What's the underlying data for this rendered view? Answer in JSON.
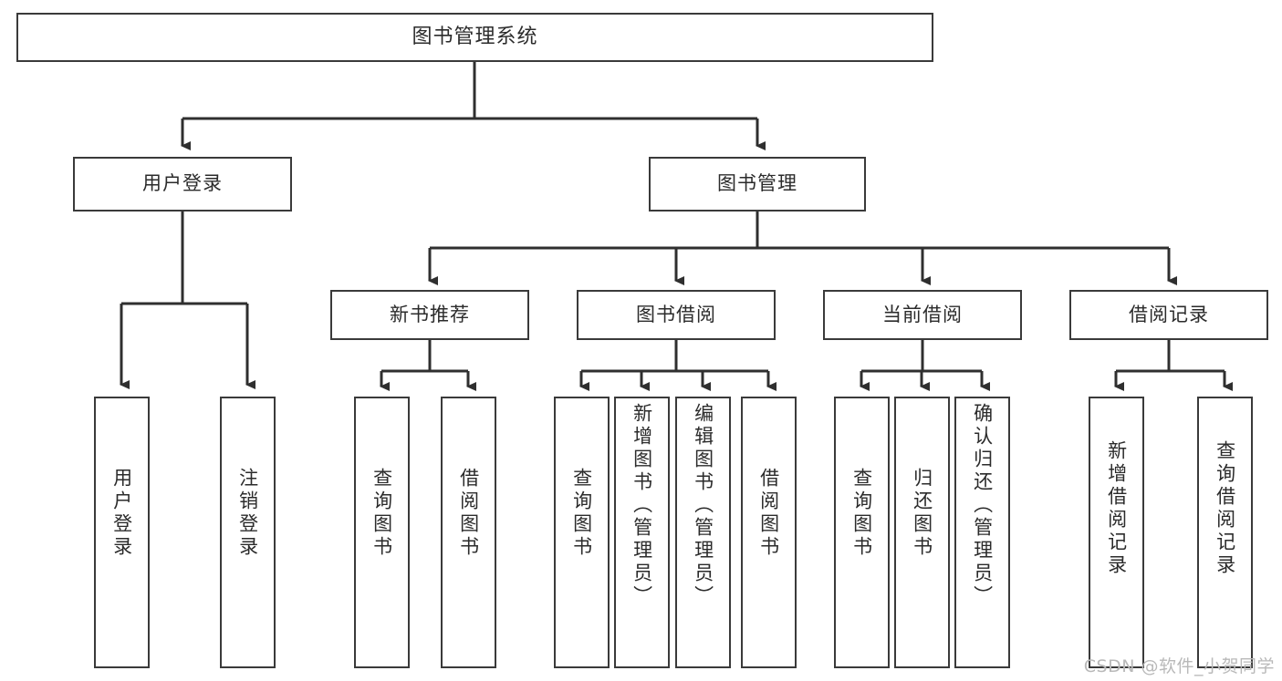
{
  "diagram": {
    "title": "图书管理系统",
    "type": "hierarchy-tree",
    "watermark": "CSDN @软件_小贺同学",
    "colors": {
      "stroke": "#3a3a3a",
      "fill": "#ffffff",
      "text": "#2b2b2b",
      "watermark": "#b9b9b9"
    },
    "levels": {
      "root": {
        "label": "图书管理系统"
      },
      "level2": [
        {
          "id": "user-login",
          "label": "用户登录"
        },
        {
          "id": "book-manage",
          "label": "图书管理"
        }
      ],
      "level3": [
        {
          "id": "new-book-recommend",
          "label": "新书推荐",
          "parent": "book-manage"
        },
        {
          "id": "book-borrow",
          "label": "图书借阅",
          "parent": "book-manage"
        },
        {
          "id": "current-borrow",
          "label": "当前借阅",
          "parent": "book-manage"
        },
        {
          "id": "borrow-record",
          "label": "借阅记录",
          "parent": "book-manage"
        }
      ],
      "leaves": [
        {
          "id": "leaf-user-login",
          "label": "用户登录",
          "parent": "user-login"
        },
        {
          "id": "leaf-logout-login",
          "label": "注销登录",
          "parent": "user-login"
        },
        {
          "id": "leaf-query-book-1",
          "label": "查询图书",
          "parent": "new-book-recommend"
        },
        {
          "id": "leaf-borrow-book-1",
          "label": "借阅图书",
          "parent": "new-book-recommend"
        },
        {
          "id": "leaf-query-book-2",
          "label": "查询图书",
          "parent": "book-borrow"
        },
        {
          "id": "leaf-add-book",
          "label": "新增图书（管理员）",
          "parent": "book-borrow"
        },
        {
          "id": "leaf-edit-book",
          "label": "编辑图书（管理员）",
          "parent": "book-borrow"
        },
        {
          "id": "leaf-borrow-book-2",
          "label": "借阅图书",
          "parent": "book-borrow"
        },
        {
          "id": "leaf-query-book-3",
          "label": "查询图书",
          "parent": "current-borrow"
        },
        {
          "id": "leaf-return-book",
          "label": "归还图书",
          "parent": "current-borrow"
        },
        {
          "id": "leaf-confirm-return",
          "label": "确认归还（管理员）",
          "parent": "current-borrow"
        },
        {
          "id": "leaf-add-record",
          "label": "新增借阅记录",
          "parent": "borrow-record"
        },
        {
          "id": "leaf-query-record",
          "label": "查询借阅记录",
          "parent": "borrow-record"
        }
      ]
    }
  }
}
